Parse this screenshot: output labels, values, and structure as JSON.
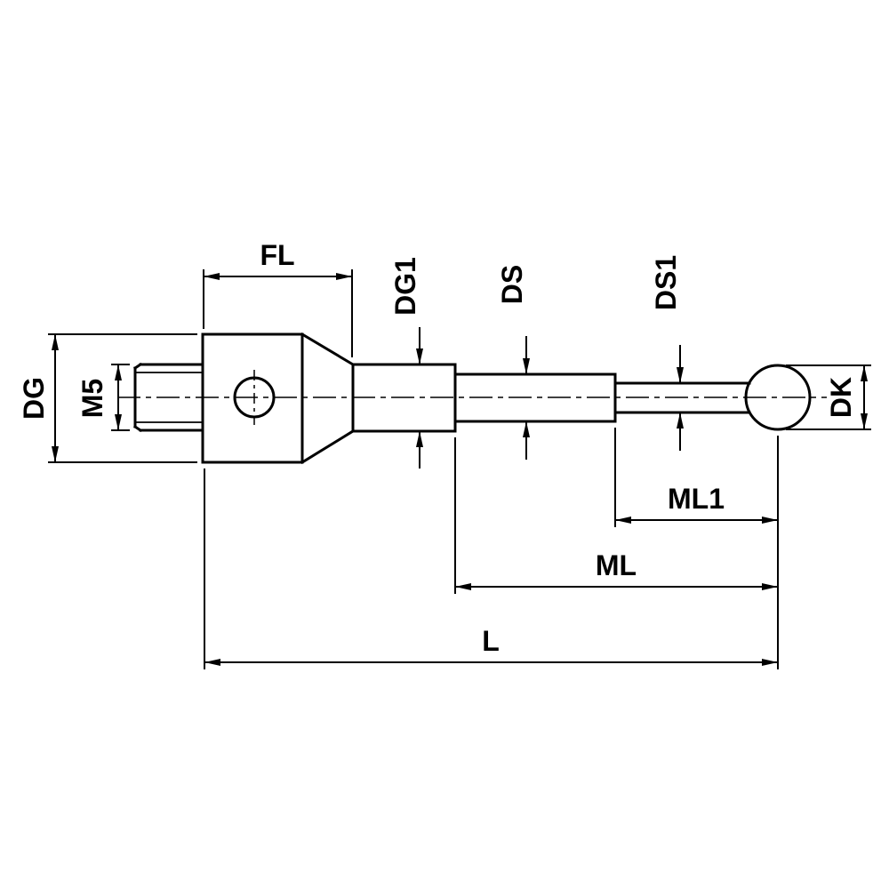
{
  "drawing": {
    "labels": {
      "fl": "FL",
      "dg1": "DG1",
      "ds": "DS",
      "ds1": "DS1",
      "dg": "DG",
      "m5": "M5",
      "dk": "DK",
      "ml1": "ML1",
      "ml": "ML",
      "l": "L"
    },
    "colors": {
      "line": "#000000",
      "background": "#ffffff"
    }
  }
}
